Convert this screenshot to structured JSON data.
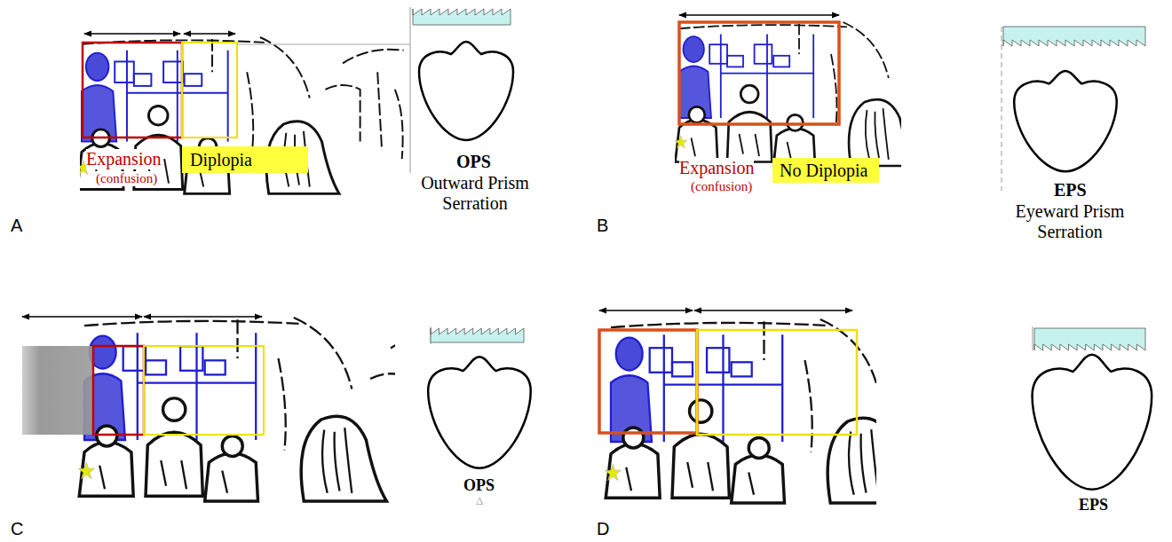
{
  "diagram": {
    "nodes": [
      {
        "text": [
          "Diplopia"
        ]
      },
      {
        "text": [
          "No Diplopia"
        ]
      }
    ],
    "labels": [
      "Expansion",
      "(confusion)",
      "OPS",
      "Outward Prism Serration",
      "A",
      "Expansion",
      "(confusion)",
      "EPS",
      "Eyeward Prism Serration",
      "B",
      "OPS",
      "Δ",
      "C",
      "EPS",
      "D"
    ]
  }
}
